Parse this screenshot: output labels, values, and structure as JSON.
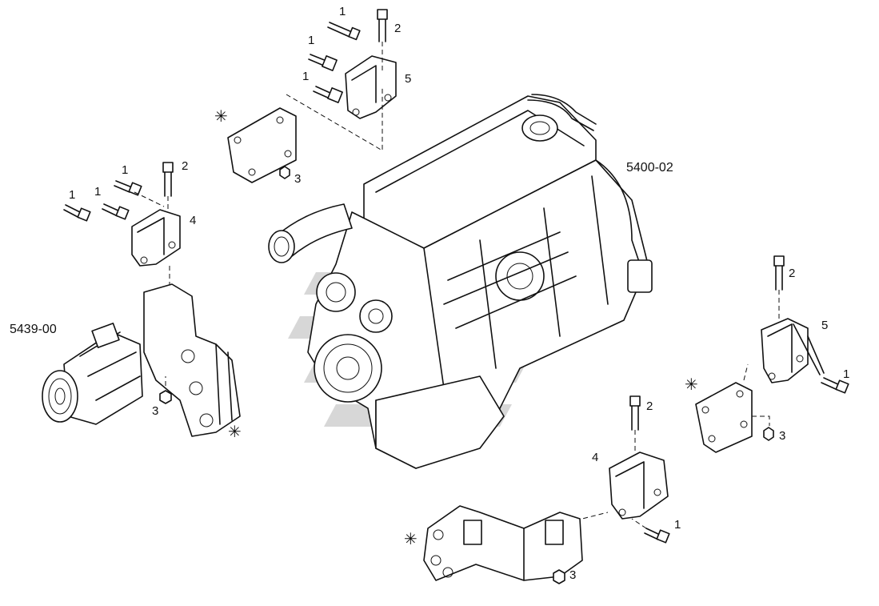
{
  "title_refs": {
    "engine": "5400-02",
    "compressor": "5439-00"
  },
  "callouts": {
    "bolt": "1",
    "long_bolt": "2",
    "nut": "3",
    "mount_front": "4",
    "mount_rear": "5",
    "mark": "✳"
  }
}
